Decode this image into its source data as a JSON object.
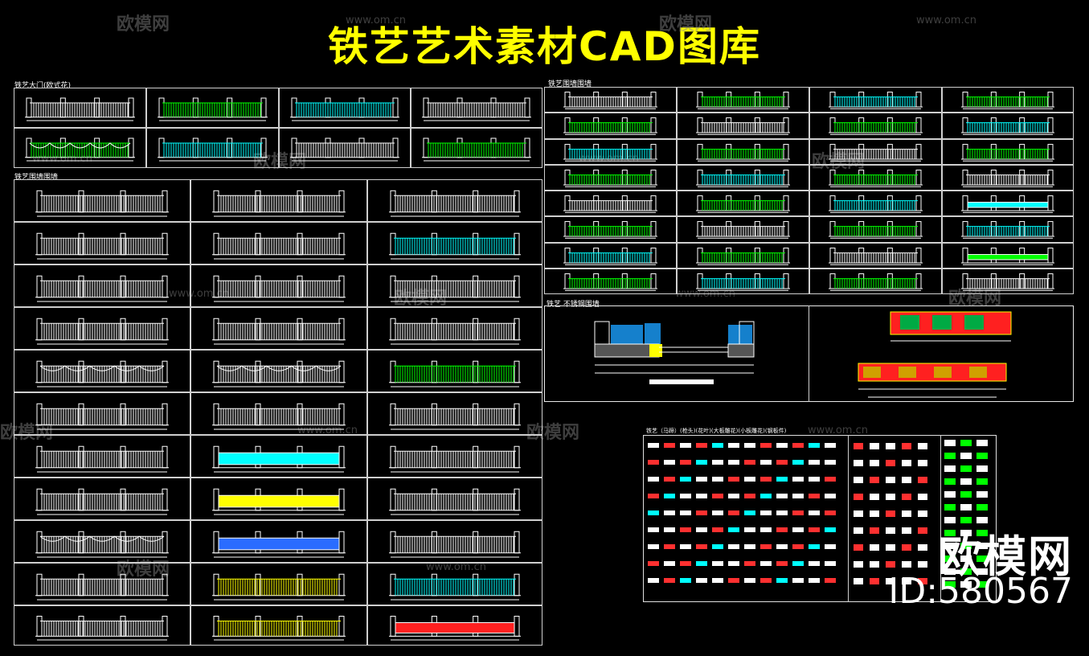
{
  "page_title": "铁艺艺术素材CAD图库",
  "sections": {
    "gate": "铁艺大门(欧式花)",
    "fence_left": "铁艺围墙围墙",
    "fence_right": "铁艺围墙围墙",
    "stainless": "铁艺 不锈钢围墙",
    "parts": "铁艺（马蹄）(枪头)(花叶)(大板雕花)(小板雕花)(钢板件)"
  },
  "watermark": {
    "name": "欧模网",
    "url": "www.om.cn"
  },
  "brand": {
    "name": "欧模网",
    "id": "ID:580567"
  },
  "colors": {
    "title": "#ffff00",
    "cyan": "#00ffff",
    "green": "#00ff00",
    "red": "#ff0000",
    "blue": "#2a6cff",
    "yellow": "#ffff00"
  }
}
